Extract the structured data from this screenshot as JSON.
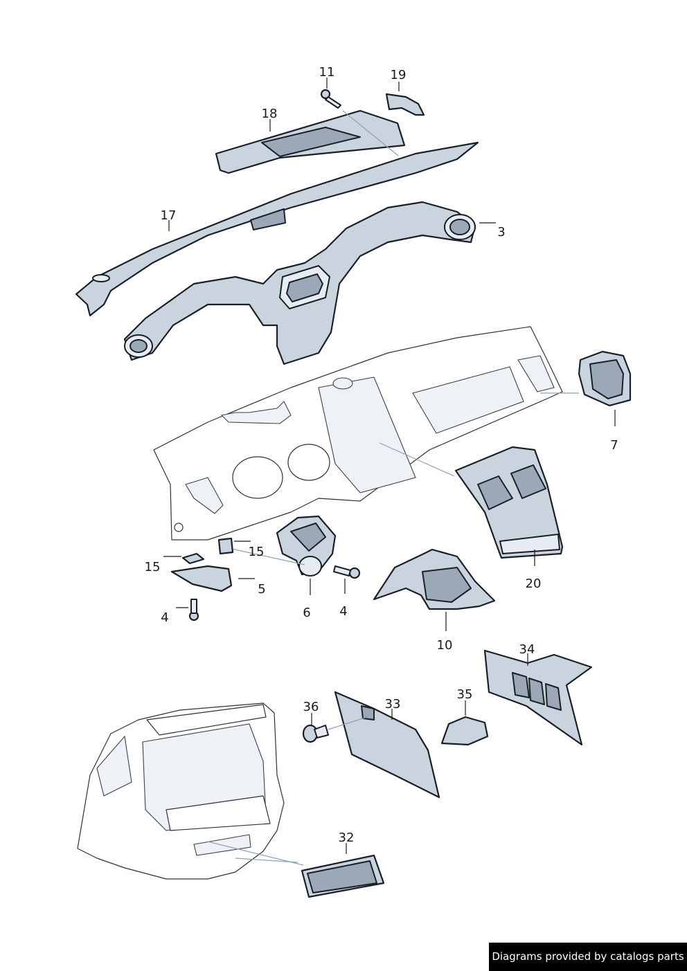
{
  "callouts": {
    "c11": "11",
    "c19": "19",
    "c18": "18",
    "c17": "17",
    "c3": "3",
    "c7": "7",
    "c15a": "15",
    "c15b": "15",
    "c5": "5",
    "c4a": "4",
    "c6": "6",
    "c4b": "4",
    "c20": "20",
    "c10": "10",
    "c34": "34",
    "c35": "35",
    "c36": "36",
    "c33": "33",
    "c32": "32"
  },
  "footer": {
    "credit": "Diagrams provided by catalogs parts"
  },
  "colors": {
    "part_fill": "#c9d4df",
    "outline": "#1a1f26",
    "background": "#ffffff"
  }
}
